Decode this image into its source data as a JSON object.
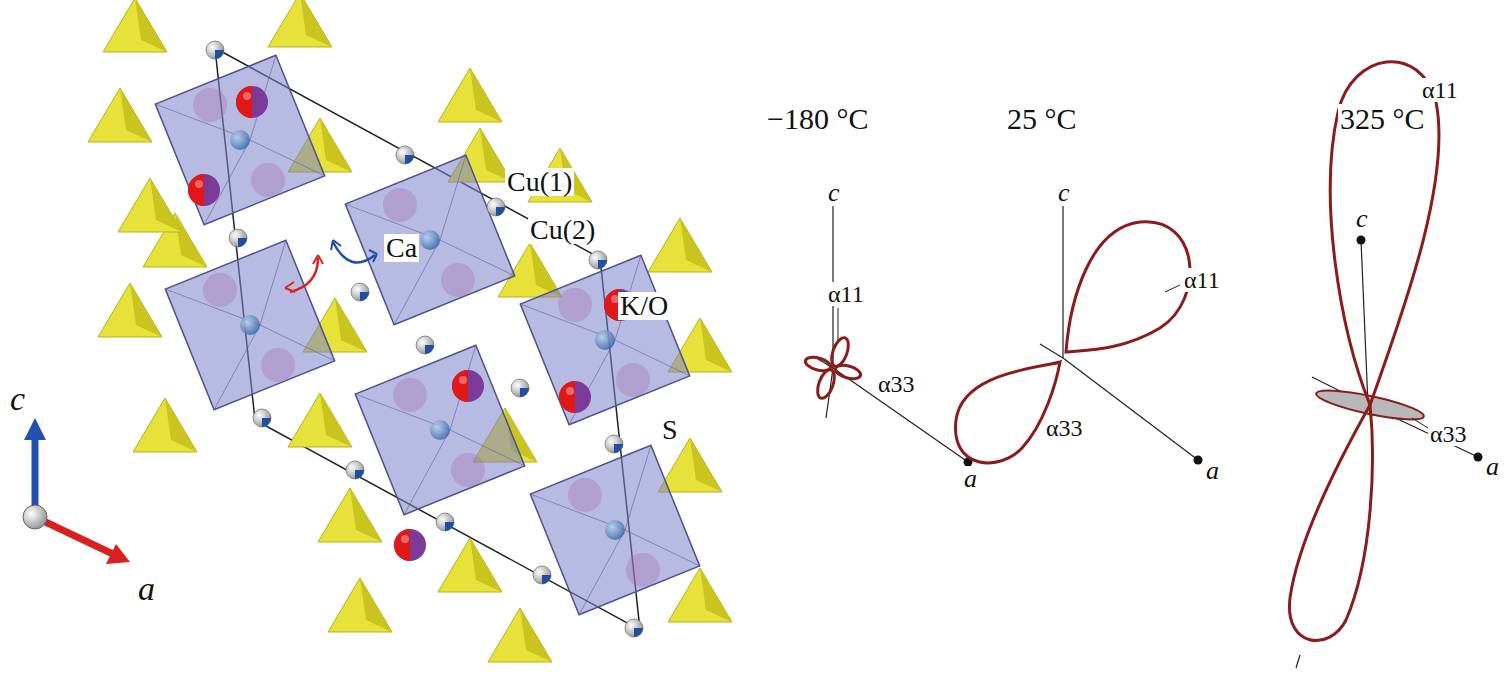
{
  "diagram": {
    "labels": [
      "Cu(1)",
      "Cu(2)",
      "Ca",
      "K/O",
      "S",
      "c",
      "a",
      "−180 °C",
      "25 °C",
      "325 °C",
      "c",
      "α11",
      "α33",
      "a",
      "c",
      "α33",
      "α11",
      "a",
      "c",
      "α11",
      "α33",
      "a"
    ]
  }
}
